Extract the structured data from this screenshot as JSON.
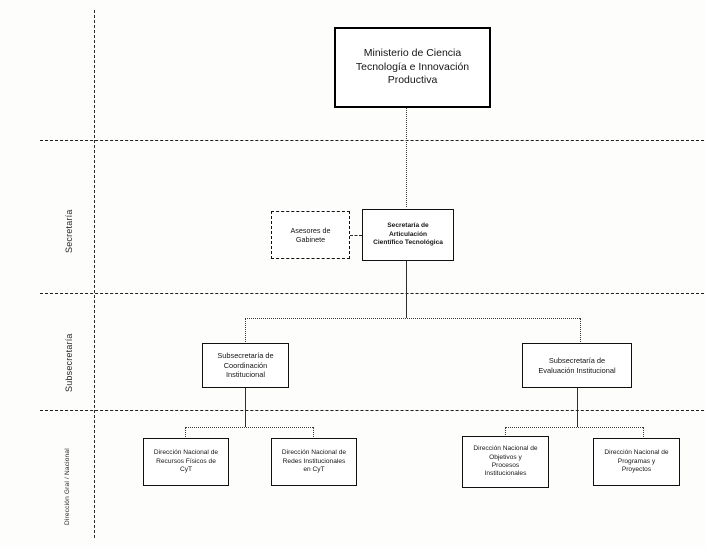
{
  "diagram": {
    "type": "organizational-chart",
    "language": "es",
    "bands": [
      {
        "id": "secretaria",
        "label": "Secretaría"
      },
      {
        "id": "subsecretaria",
        "label": "Subsecretaría"
      },
      {
        "id": "direccion",
        "label": "Dirección Gral / Nacional"
      }
    ],
    "nodes": {
      "ministry": {
        "label": "Ministerio de Ciencia Tecnología e Innovación Productiva",
        "line1": "Ministerio de Ciencia",
        "line2": "Tecnología e Innovación",
        "line3": "Productiva",
        "style": "solid-heavy"
      },
      "advisors": {
        "label": "Asesores de Gabinete",
        "line1": "Asesores de",
        "line2": "Gabinete",
        "style": "dashed"
      },
      "secretariat": {
        "label": "Secretaría de Articulación Científico Tecnológica",
        "line1": "Secretaría de",
        "line2": "Articulación",
        "line3": "Científico Tecnológica",
        "style": "solid"
      },
      "subsec_left": {
        "label": "Subsecretaría de Coordinación Institucional",
        "line1": "Subsecretaría de",
        "line2": "Coordinación",
        "line3": "Institucional",
        "style": "solid"
      },
      "subsec_right": {
        "label": "Subsecretaría de Evaluación Institucional",
        "line1": "Subsecretaría de",
        "line2": "Evaluación Institucional",
        "style": "solid"
      },
      "dir_1": {
        "label": "Dirección Nacional de Recursos Físicos de CyT",
        "line1": "Dirección Nacional de",
        "line2": "Recursos Físicos de",
        "line3": "CyT",
        "style": "solid"
      },
      "dir_2": {
        "label": "Dirección Nacional de Redes Institucionales en CyT",
        "line1": "Dirección Nacional de",
        "line2": "Redes Institucionales",
        "line3": "en CyT",
        "style": "solid"
      },
      "dir_3": {
        "label": "Dirección Nacional de Objetivos y Procesos Institucionales",
        "line1": "Dirección Nacional de",
        "line2": "Objetivos y",
        "line3": "Procesos",
        "line4": "Institucionales",
        "style": "solid"
      },
      "dir_4": {
        "label": "Dirección Nacional de Programas y Proyectos",
        "line1": "Dirección Nacional de",
        "line2": "Programas y",
        "line3": "Proyectos",
        "style": "solid"
      }
    },
    "colors": {
      "background": "#fdfdfc",
      "line": "#2f2f2f",
      "box_border": "#111111",
      "text": "#151515"
    }
  }
}
